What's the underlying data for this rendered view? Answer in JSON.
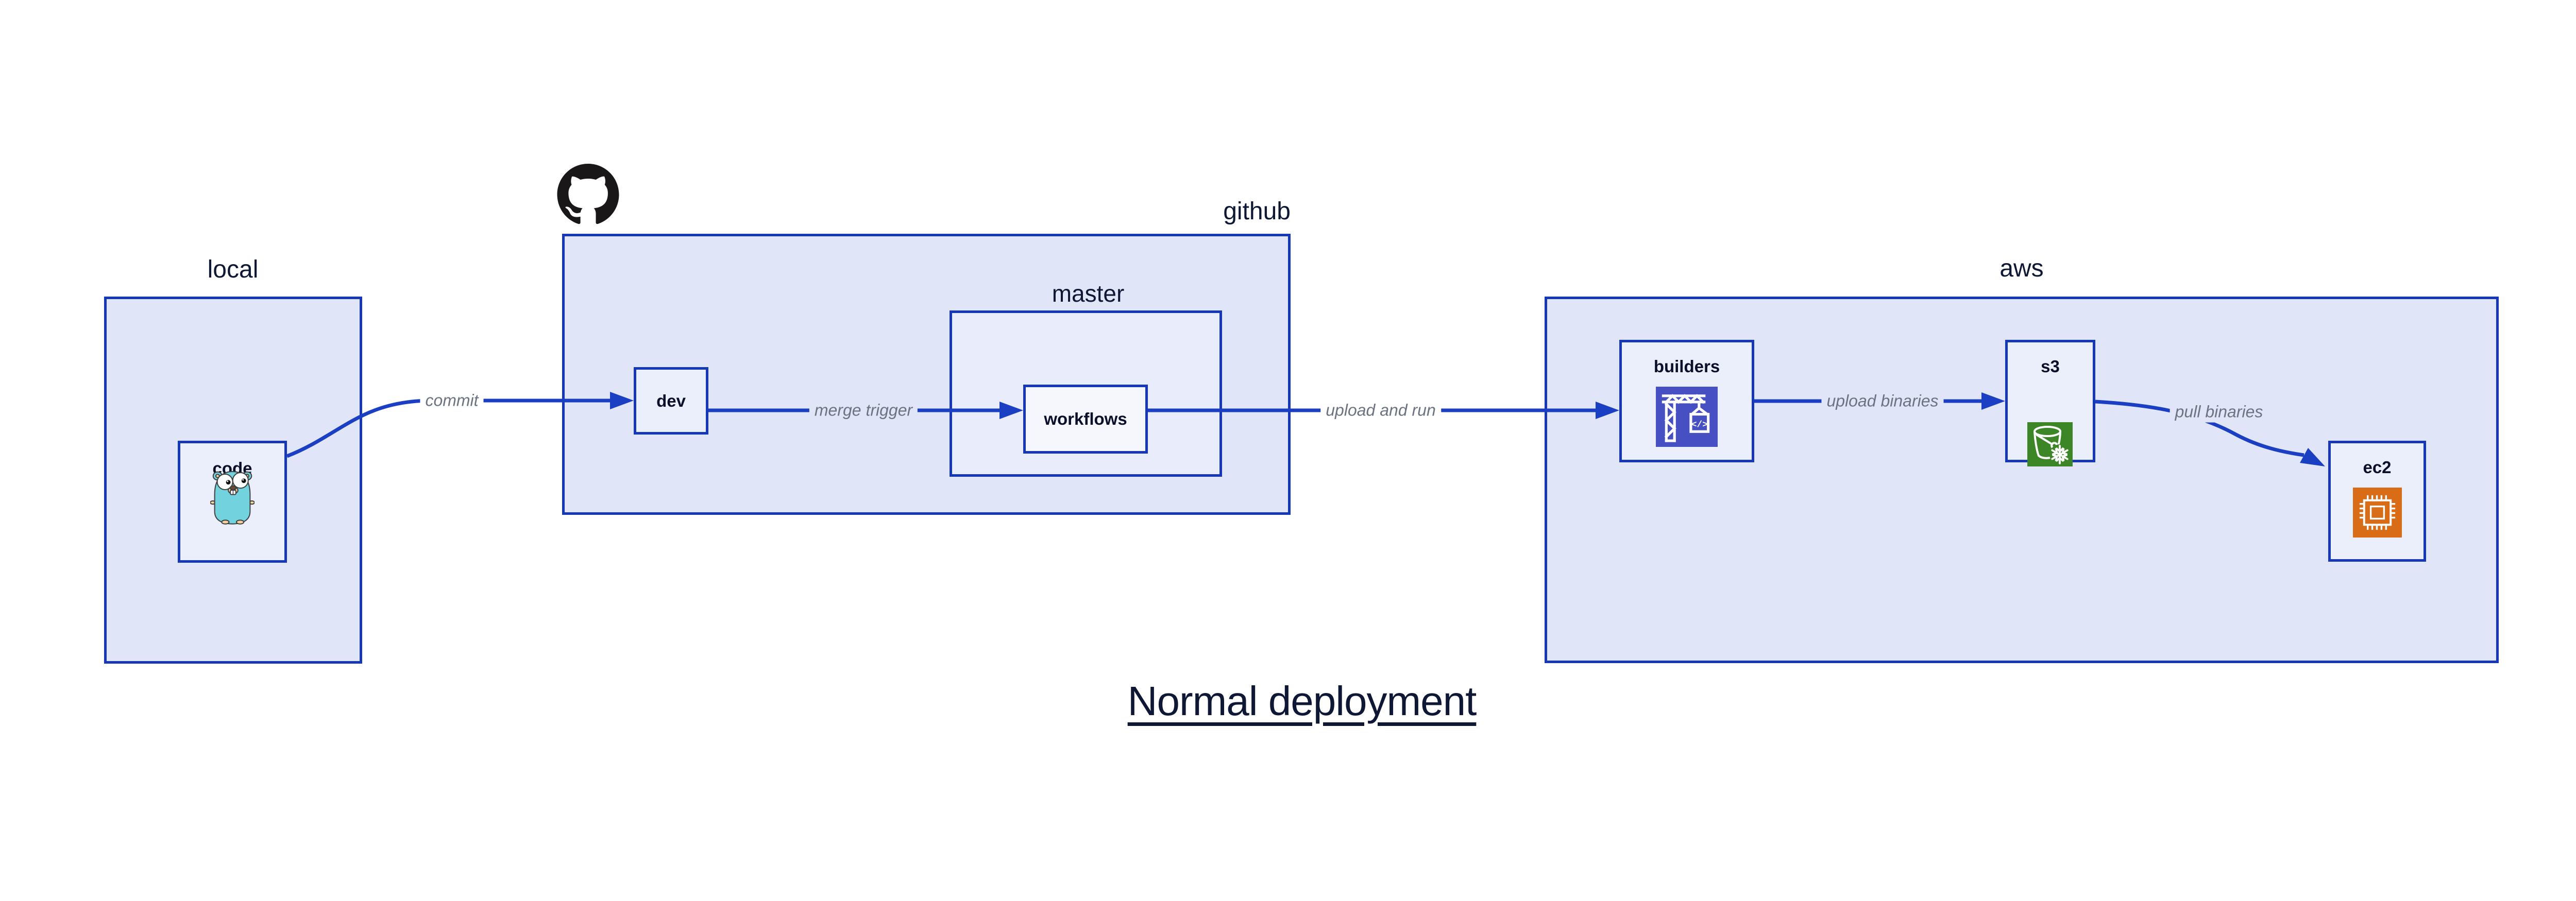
{
  "title": {
    "text": "Normal deployment"
  },
  "containers": {
    "local": {
      "label": "local"
    },
    "github": {
      "label": "github"
    },
    "master": {
      "label": "master"
    },
    "aws": {
      "label": "aws"
    }
  },
  "nodes": {
    "code": {
      "label": "code",
      "icon": "go-gopher-icon"
    },
    "dev": {
      "label": "dev"
    },
    "workflows": {
      "label": "workflows"
    },
    "builders": {
      "label": "builders",
      "icon": "crane-codebuild-icon"
    },
    "s3": {
      "label": "s3",
      "icon": "s3-glacier-bucket-icon"
    },
    "ec2": {
      "label": "ec2",
      "icon": "ec2-chip-icon"
    }
  },
  "edges": [
    {
      "from": "code",
      "to": "dev",
      "label": "commit"
    },
    {
      "from": "dev",
      "to": "workflows",
      "label": "merge trigger"
    },
    {
      "from": "workflows",
      "to": "builders",
      "label": "upload and run"
    },
    {
      "from": "builders",
      "to": "s3",
      "label": "upload binaries"
    },
    {
      "from": "s3",
      "to": "ec2",
      "label": "pull binaries"
    }
  ],
  "logo": {
    "name": "github-octocat-icon"
  },
  "colors": {
    "box_border": "#1638b6",
    "edge_line": "#1b3fc2",
    "container_fill": "#e0e6f8",
    "node_fill": "#ebeffc",
    "workflows_fill": "#f5f7fd",
    "label_navy": "#0e1733",
    "edge_label_gray": "#6b7380",
    "builders_icon_bg": "#4650c2",
    "s3_icon_bg": "#3d8627",
    "ec2_icon_bg": "#d96c17",
    "gopher_teal": "#72d2dd",
    "octocat_black": "#191717"
  }
}
